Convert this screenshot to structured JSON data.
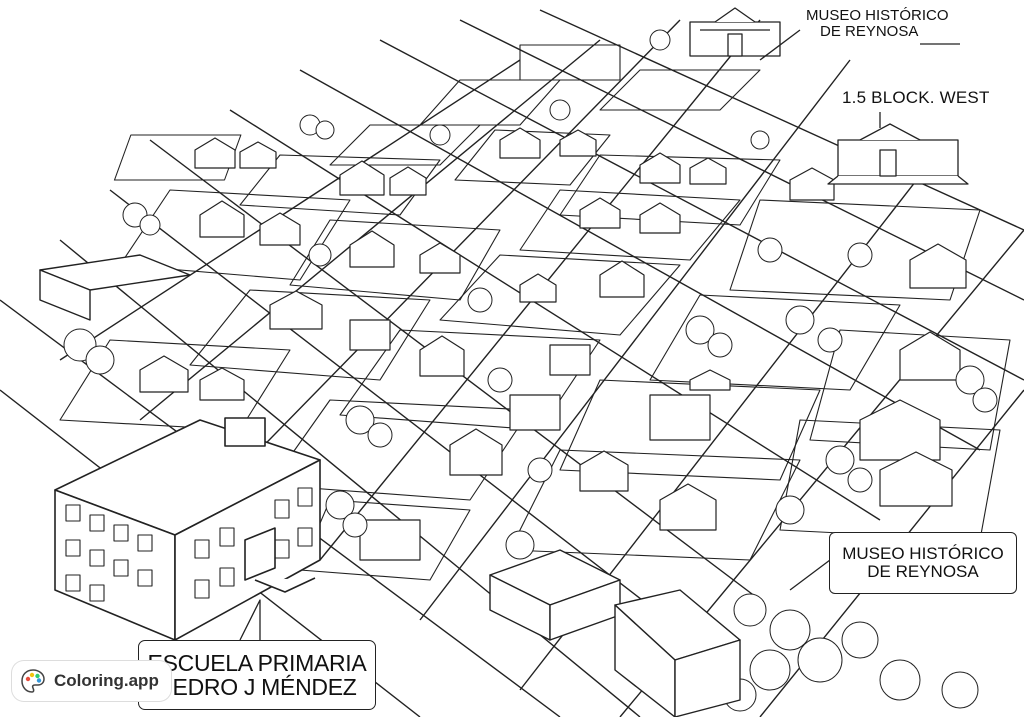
{
  "labels": {
    "museum_top_line1": "MUSEO HISTÓRICO",
    "museum_top_line2": "DE REYNOSA",
    "block_west": "1.5 BLOCK.  WEST",
    "museum_box_line1": "MUSEO HISTÓRICO",
    "museum_box_line2": "DE REYNOSA",
    "school_line1": "ESCUELA PRIMARIA",
    "school_line2": "PEDRO J MÉNDEZ"
  },
  "brand": {
    "name": "Coloring.app",
    "logo_icon": "palette-icon"
  },
  "colors": {
    "line": "#222222",
    "background": "#ffffff"
  }
}
